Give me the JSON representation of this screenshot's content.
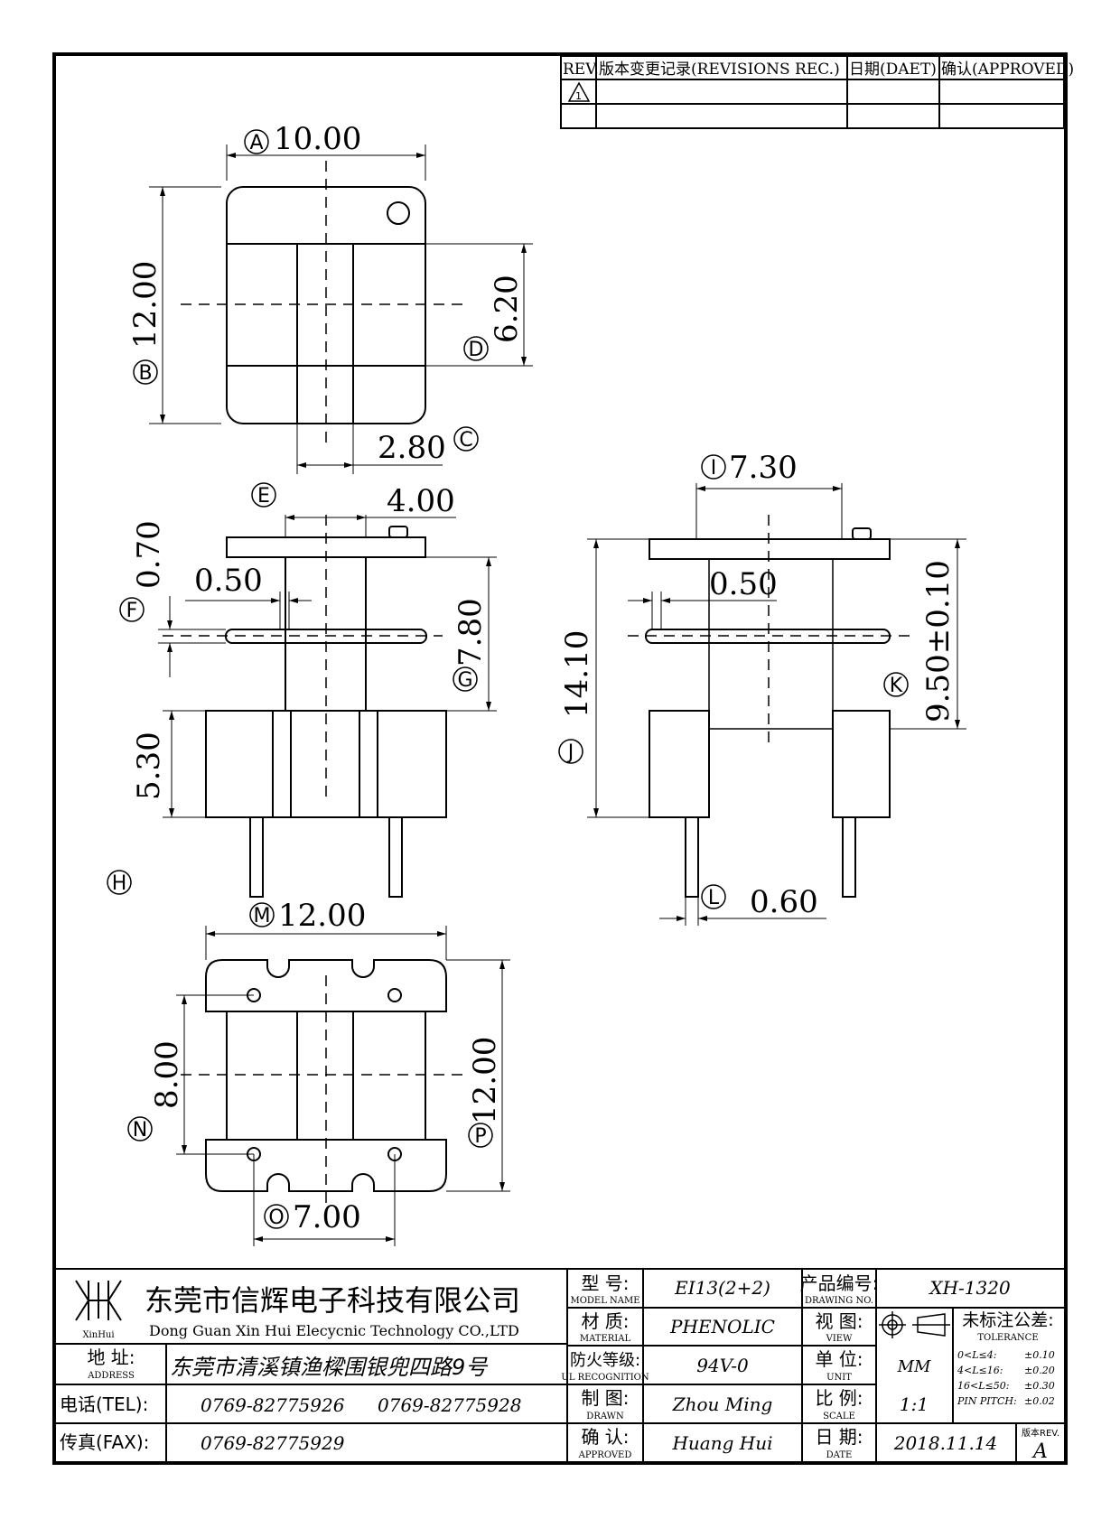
{
  "revisions": {
    "headers": [
      "REV.",
      "版本变更记录(REVISIONS REC.)",
      "日期(DAET)",
      "确认(APPROVED)"
    ],
    "rev_mark": "1"
  },
  "dimensions": {
    "A": {
      "letter": "A",
      "value": "10.00"
    },
    "B": {
      "letter": "B",
      "value": "12.00"
    },
    "C": {
      "letter": "C",
      "value": "2.80"
    },
    "D": {
      "letter": "D",
      "value": "6.20"
    },
    "E": {
      "letter": "E",
      "value": "4.00"
    },
    "F": {
      "letter": "F",
      "value": "0.70"
    },
    "F2": {
      "value": "0.50"
    },
    "G": {
      "letter": "G",
      "value": "7.80"
    },
    "H": {
      "letter": "H",
      "value": "5.30"
    },
    "I": {
      "letter": "I",
      "value": "7.30"
    },
    "I2": {
      "value": "0.50"
    },
    "J": {
      "letter": "J",
      "value": "14.10"
    },
    "K": {
      "letter": "K",
      "value": "9.50±0.10"
    },
    "L": {
      "letter": "L",
      "value": "0.60"
    },
    "M": {
      "letter": "M",
      "value": "12.00"
    },
    "N": {
      "letter": "N",
      "value": "8.00"
    },
    "O": {
      "letter": "O",
      "value": "7.00"
    },
    "P": {
      "letter": "P",
      "value": "12.00"
    }
  },
  "title_block": {
    "company_cn": "东莞市信辉电子科技有限公司",
    "company_en": "Dong Guan Xin Hui Elecycnic Technology CO.,LTD",
    "logo_text": "XinHui",
    "address_label": "地  址:",
    "address_label_en": "ADDRESS",
    "address": "东莞市清溪镇渔樑围银兜四路9号",
    "tel_label": "电话(TEL):",
    "tel1": "0769-82775926",
    "tel2": "0769-82775928",
    "fax_label": "传真(FAX):",
    "fax": "0769-82775929",
    "model_label": "型  号:",
    "model_label_en": "MODEL NAME",
    "model": "EI13(2+2)",
    "material_label": "材  质:",
    "material_label_en": "MATERIAL",
    "material": "PHENOLIC",
    "ul_label": "防火等级:",
    "ul_label_en": "UL RECOGNITION",
    "ul": "94V-0",
    "drawn_label": "制  图:",
    "drawn_label_en": "DRAWN",
    "drawn": "Zhou Ming",
    "approved_label": "确  认:",
    "approved_label_en": "APPROVED",
    "approved": "Huang Hui",
    "drawing_no_label": "产品编号:",
    "drawing_no_label_en": "DRAWING NO.",
    "drawing_no": "XH-1320",
    "view_label": "视  图:",
    "view_label_en": "VIEW",
    "tolerance_label": "未标注公差:",
    "tolerance_label_en": "TOLERANCE",
    "tolerances": [
      {
        "range": "0<L≤4:",
        "value": "±0.10"
      },
      {
        "range": "4<L≤16:",
        "value": "±0.20"
      },
      {
        "range": "16<L≤50:",
        "value": "±0.30"
      },
      {
        "range": "PIN PITCH:",
        "value": "±0.02"
      }
    ],
    "unit_label": "单  位:",
    "unit_label_en": "UNIT",
    "unit": "MM",
    "scale_label": "比  例:",
    "scale_label_en": "SCALE",
    "scale": "1:1",
    "date_label": "日  期:",
    "date_label_en": "DATE",
    "date": "2018.11.14",
    "rev_label": "版本REV.",
    "rev": "A"
  }
}
